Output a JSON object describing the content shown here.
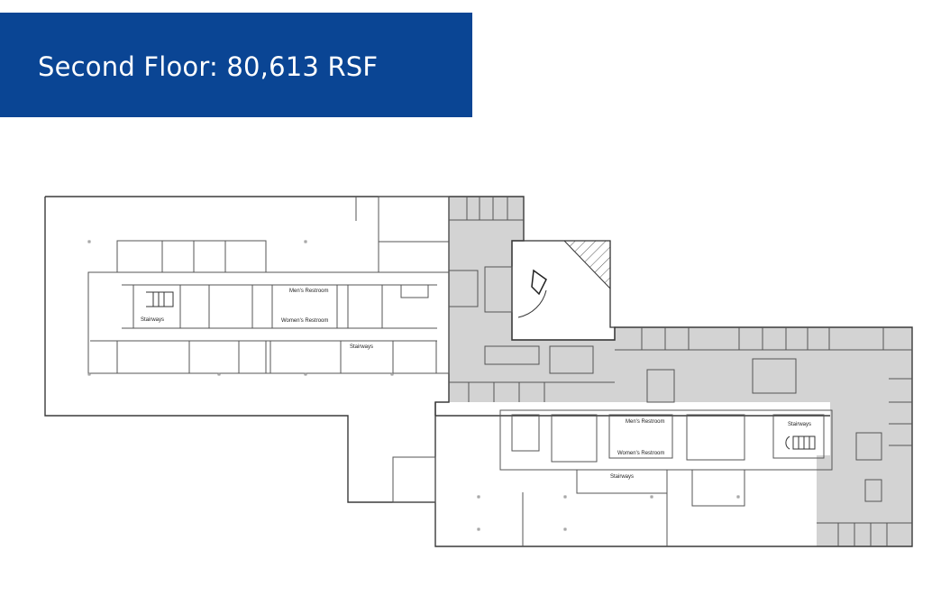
{
  "banner": {
    "title": "Second Floor: 80,613 RSF",
    "background_color": "#0a4594",
    "text_color": "#ffffff"
  },
  "floor_plan": {
    "labels": {
      "west_stairways": "Stairways",
      "west_mens_restroom": "Men's Restroom",
      "west_womens_restroom": "Women's Restroom",
      "west_lower_stairways": "Stairways",
      "east_mens_restroom": "Men's Restroom",
      "east_womens_restroom": "Women's Restroom",
      "east_stairways": "Stairways",
      "east_lower_stairways": "Stairways"
    },
    "colors": {
      "wall": "#3a3a3a",
      "highlighted_area": "#d3d3d3",
      "background": "#ffffff"
    }
  }
}
